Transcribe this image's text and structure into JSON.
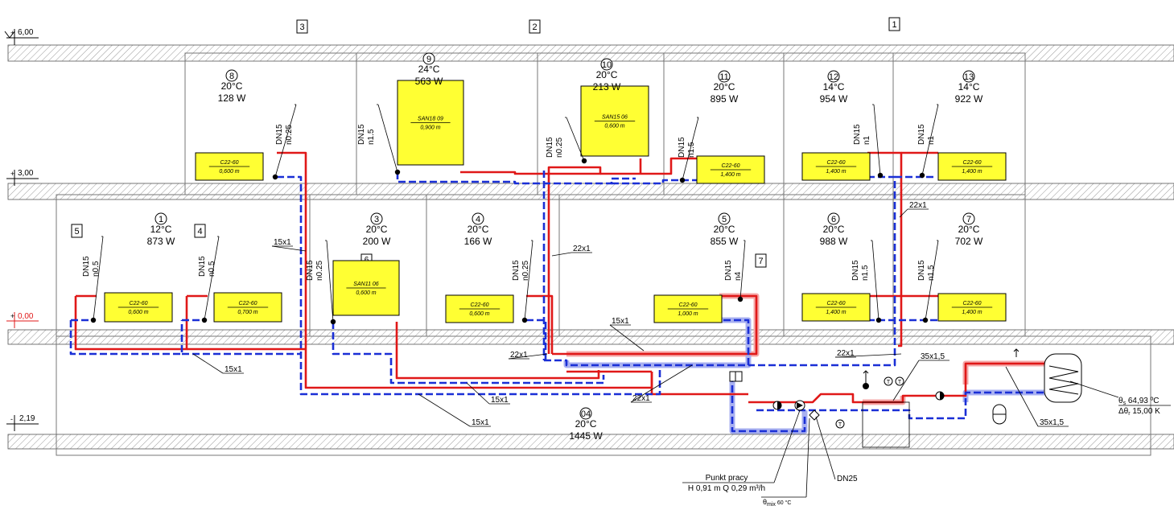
{
  "levels": [
    "6,00",
    "3,00",
    "0,00",
    "2,19"
  ],
  "level_signs": [
    "+",
    "+",
    "+",
    "-"
  ],
  "circuit_tags": [
    "3",
    "2",
    "1",
    "5",
    "4",
    "6",
    "7"
  ],
  "rooms": [
    {
      "no": "8",
      "temp": "20°C",
      "load": "128 W"
    },
    {
      "no": "9",
      "temp": "24°C",
      "load": "563 W"
    },
    {
      "no": "10",
      "temp": "20°C",
      "load": "213 W"
    },
    {
      "no": "11",
      "temp": "20°C",
      "load": "895 W"
    },
    {
      "no": "12",
      "temp": "14°C",
      "load": "954 W"
    },
    {
      "no": "13",
      "temp": "14°C",
      "load": "922 W"
    },
    {
      "no": "1",
      "temp": "12°C",
      "load": "873 W"
    },
    {
      "no": "3",
      "temp": "20°C",
      "load": "200 W"
    },
    {
      "no": "4",
      "temp": "20°C",
      "load": "166 W"
    },
    {
      "no": "5",
      "temp": "20°C",
      "load": "855 W"
    },
    {
      "no": "6",
      "temp": "20°C",
      "load": "988 W"
    },
    {
      "no": "7",
      "temp": "20°C",
      "load": "702 W"
    },
    {
      "no": "04",
      "temp": "20°C",
      "load": "1445 W"
    }
  ],
  "radiators": [
    {
      "type": "C22-60",
      "len": "0,600 m"
    },
    {
      "type": "SAN18 09",
      "len": "0,900 m"
    },
    {
      "type": "SAN15 06",
      "len": "0,600 m"
    },
    {
      "type": "C22-60",
      "len": "1,400 m"
    },
    {
      "type": "C22-60",
      "len": "1,400 m"
    },
    {
      "type": "C22-60",
      "len": "1,400 m"
    },
    {
      "type": "C22-60",
      "len": "0,600 m"
    },
    {
      "type": "C22-60",
      "len": "0,700 m"
    },
    {
      "type": "SAN11 06",
      "len": "0,600 m"
    },
    {
      "type": "C22-60",
      "len": "0,600 m"
    },
    {
      "type": "C22-60",
      "len": "1,000 m"
    },
    {
      "type": "C22-60",
      "len": "1,400 m"
    },
    {
      "type": "C22-60",
      "len": "1,400 m"
    }
  ],
  "valves": [
    {
      "dn": "DN15",
      "n": "n0.25"
    },
    {
      "dn": "DN15",
      "n": "n1.5"
    },
    {
      "dn": "DN15",
      "n": "n0.25"
    },
    {
      "dn": "DN15",
      "n": "n1.5"
    },
    {
      "dn": "DN15",
      "n": "n1"
    },
    {
      "dn": "DN15",
      "n": "n1"
    },
    {
      "dn": "DN15",
      "n": "n0.5"
    },
    {
      "dn": "DN15",
      "n": "n0.5"
    },
    {
      "dn": "DN15",
      "n": "n0.25"
    },
    {
      "dn": "DN15",
      "n": "n0.25"
    },
    {
      "dn": "DN15",
      "n": "n4"
    },
    {
      "dn": "DN15",
      "n": "n1.5"
    },
    {
      "dn": "DN15",
      "n": "n1.5"
    }
  ],
  "pipe_labels": [
    "15x1",
    "22x1",
    "22x1",
    "15x1",
    "22x1",
    "35x1,5",
    "15x1",
    "15x1",
    "22x1",
    "15x1",
    "22x1",
    "35x1,5"
  ],
  "boiler": {
    "ts": "64,93 ºC",
    "dt": "15,00 K"
  },
  "pump": {
    "title": "Punkt pracy",
    "duty": "H 0,91 m Q 0,29 m³/h"
  },
  "mixer": {
    "dn": "DN25",
    "theta": "60 °C"
  },
  "sensor_symbol": "T"
}
